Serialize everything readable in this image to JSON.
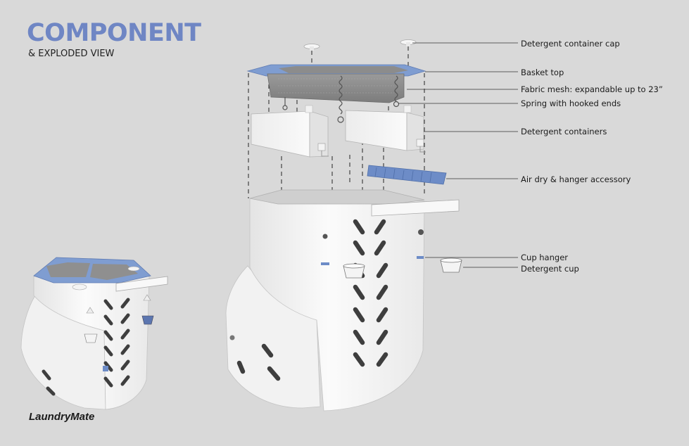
{
  "header": {
    "title": "COMPONENT",
    "subtitle": "& EXPLODED VIEW"
  },
  "brand": "LaundryMate",
  "callouts": [
    {
      "id": "cap",
      "label": "Detergent container cap"
    },
    {
      "id": "top",
      "label": "Basket top"
    },
    {
      "id": "mesh",
      "label": "Fabric mesh: expandable up to 23”"
    },
    {
      "id": "spring",
      "label": "Spring with hooked ends"
    },
    {
      "id": "containers",
      "label": "Detergent containers"
    },
    {
      "id": "airdry",
      "label": "Air dry & hanger accessory"
    },
    {
      "id": "cuphanger",
      "label": "Cup hanger"
    },
    {
      "id": "cup",
      "label": "Detergent cup"
    }
  ],
  "colors": {
    "background": "#d9d9d9",
    "accent": "#6f86c4",
    "part_blue": "#7f9dd1",
    "part_white": "#f4f4f4",
    "mesh_gray": "#8e8e8e"
  }
}
